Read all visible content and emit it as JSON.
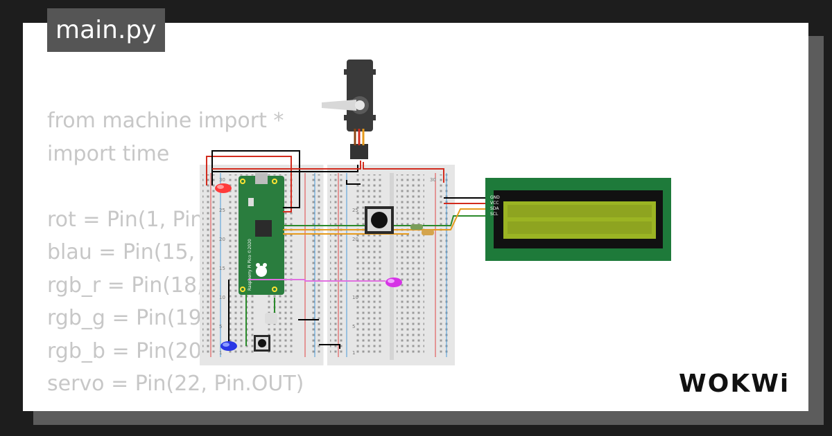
{
  "tab": {
    "filename": "main.py"
  },
  "code": {
    "lines": [
      "from machine import *",
      "import time",
      "",
      "rot = Pin(1, Pin",
      "blau = Pin(15, I",
      "rgb_r = Pin(18,",
      "rgb_g = Pin(19,",
      "rgb_b = Pin(20,",
      "servo = Pin(22, Pin.OUT)"
    ]
  },
  "circuit": {
    "board_label": "Raspberry Pi Pico ©2020",
    "breadboard_numbers": [
      "30",
      "25",
      "20",
      "15",
      "10",
      "5",
      "1"
    ],
    "lcd_pins": [
      "GND",
      "VCC",
      "SDA",
      "SCL"
    ]
  },
  "brand": {
    "logo_text": "WOKWi"
  },
  "colors": {
    "background": "#1d1d1d",
    "card": "#ffffff",
    "tab": "#555555",
    "code_text": "#c7c7c7",
    "pico_green": "#2a7d3e",
    "lcd_green": "#1e7a3a",
    "lcd_screen": "#9bb423",
    "wire_red": "#d22b1e",
    "wire_black": "#000000",
    "wire_orange": "#e69a1c",
    "wire_pink": "#e070e0",
    "wire_green": "#2a8a2a"
  }
}
